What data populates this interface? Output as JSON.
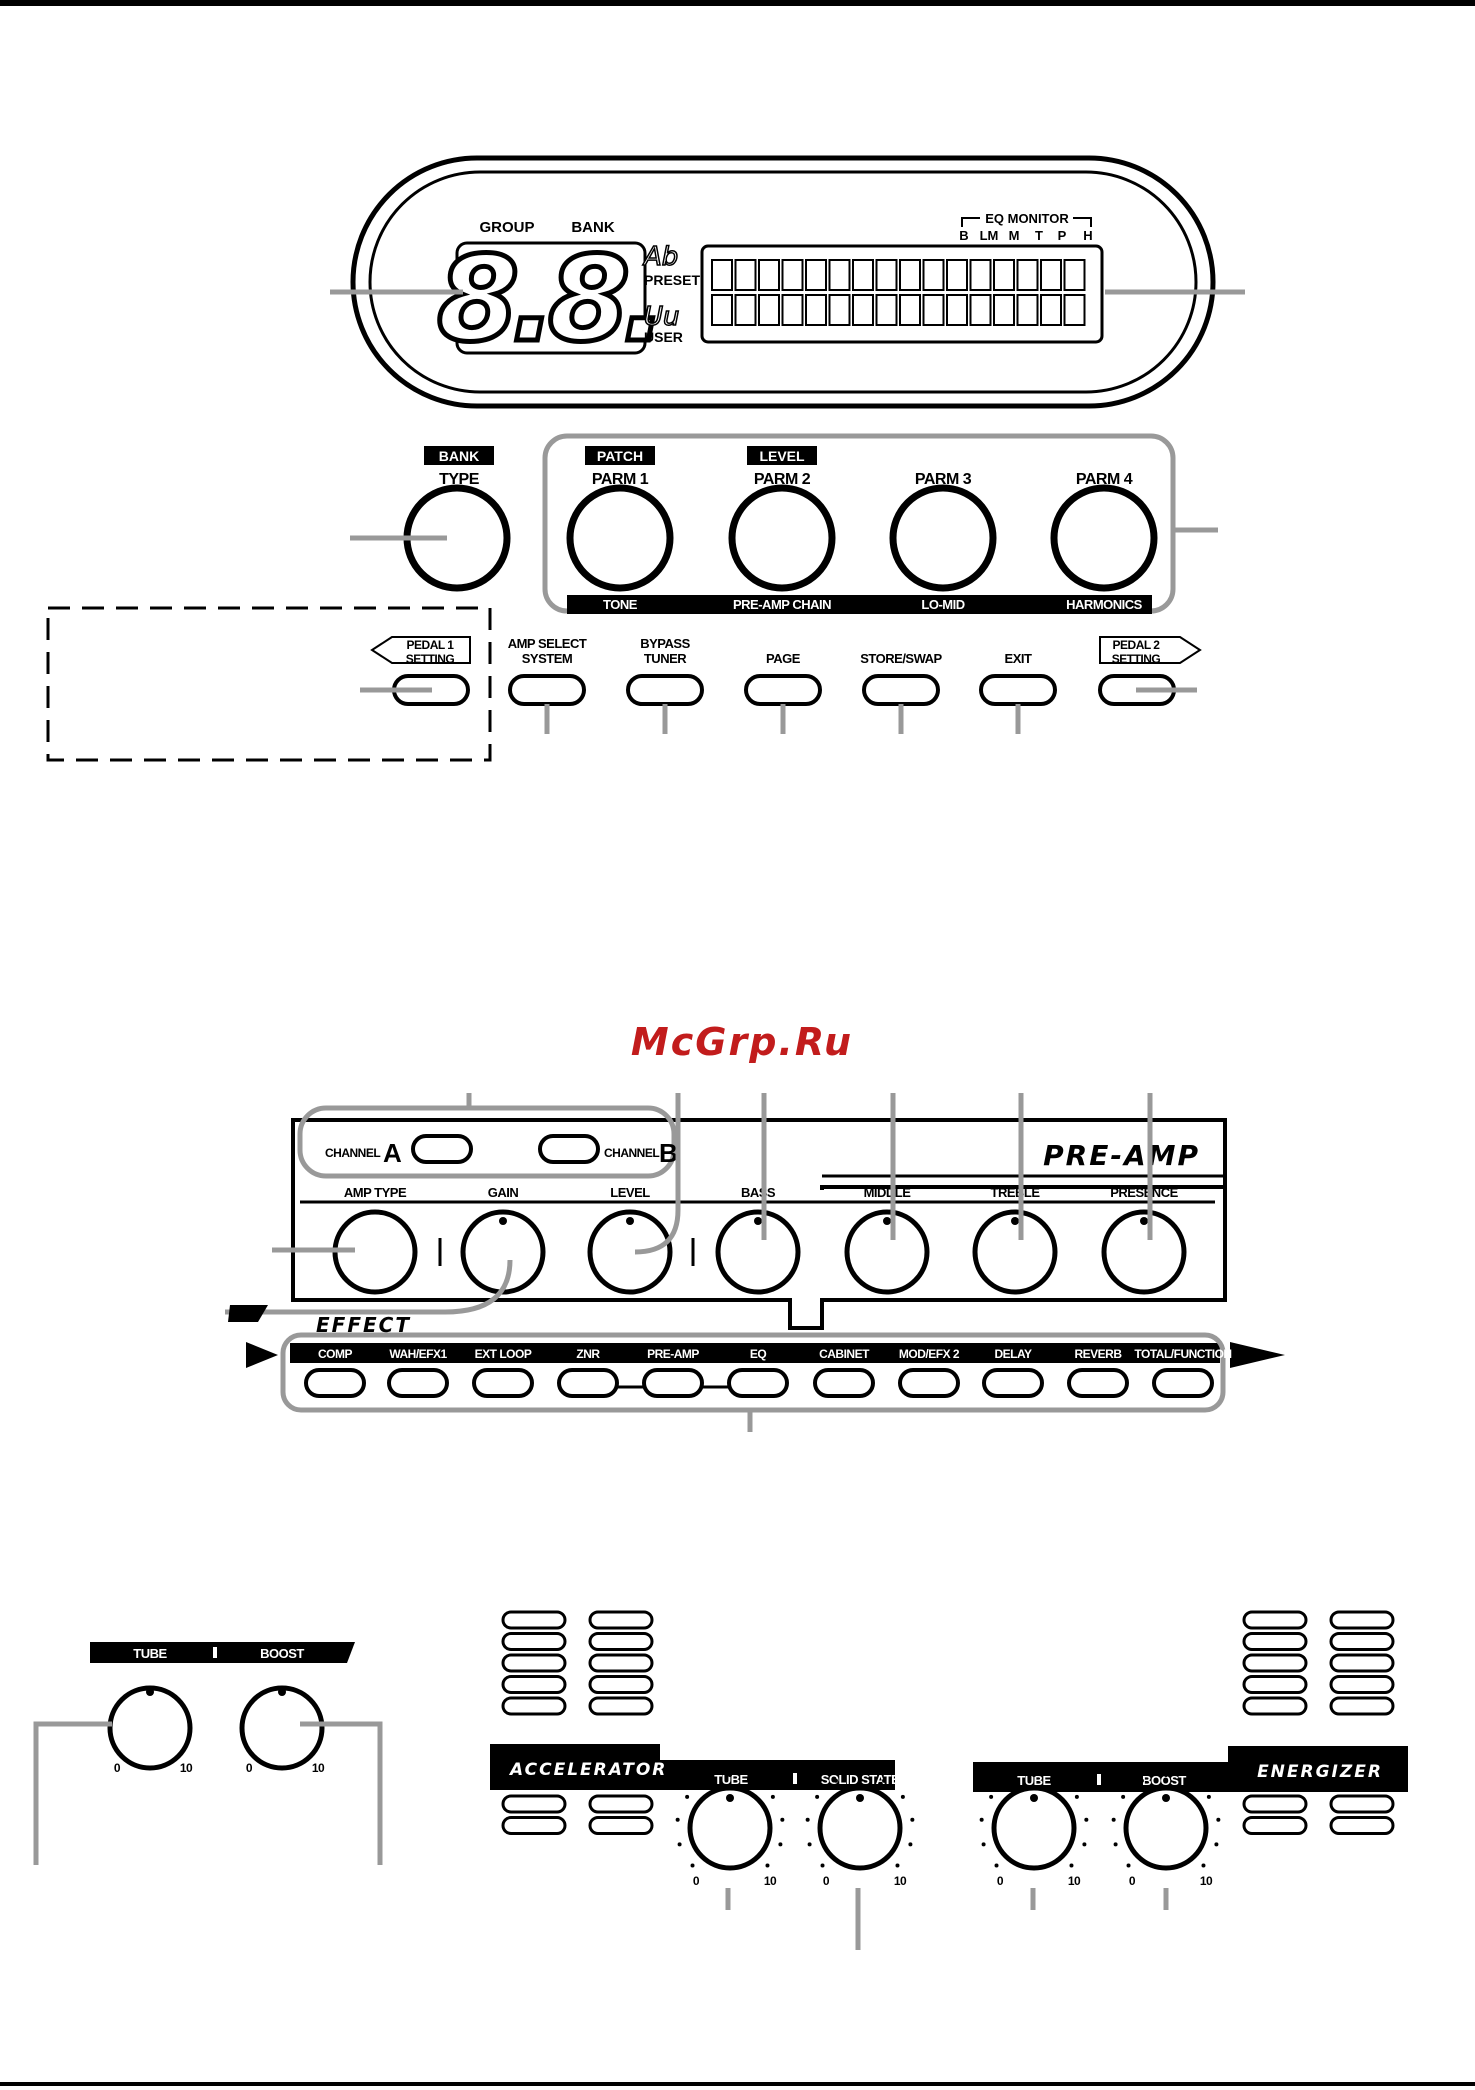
{
  "watermark": "McGrp.Ru",
  "display": {
    "group_label": "GROUP",
    "bank_label": "BANK",
    "digits": "8.8.",
    "preset_glyph": "Ab",
    "preset_label": "PRESET",
    "user_glyph": "Uu",
    "user_label": "USER",
    "eq_monitor_label": "EQ MONITOR",
    "eq_bands": [
      "B",
      "LM",
      "M",
      "T",
      "P",
      "H"
    ]
  },
  "top_panel": {
    "type_tag": "BANK",
    "type_label": "TYPE",
    "parms": [
      {
        "tag": "PATCH",
        "label": "PARM 1",
        "sub": "TONE"
      },
      {
        "tag": "LEVEL",
        "label": "PARM 2",
        "sub": "PRE-AMP CHAIN"
      },
      {
        "tag": "",
        "label": "PARM 3",
        "sub": "LO-MID"
      },
      {
        "tag": "",
        "label": "PARM 4",
        "sub": "HARMONICS"
      }
    ],
    "pedal1": [
      "PEDAL 1",
      "SETTING"
    ],
    "pedal2": [
      "PEDAL 2",
      "SETTING"
    ],
    "buttons": [
      {
        "l1": "AMP SELECT",
        "l2": "SYSTEM"
      },
      {
        "l1": "BYPASS",
        "l2": "TUNER"
      },
      {
        "l1": "PAGE",
        "l2": ""
      },
      {
        "l1": "STORE/SWAP",
        "l2": ""
      },
      {
        "l1": "EXIT",
        "l2": ""
      }
    ]
  },
  "preamp_panel": {
    "channel_a": "CHANNEL",
    "channel_a_letter": "A",
    "channel_b": "CHANNEL",
    "channel_b_letter": "B",
    "title": "PRE-AMP",
    "knobs": [
      "AMP TYPE",
      "GAIN",
      "LEVEL",
      "BASS",
      "MIDDLE",
      "TREBLE",
      "PRESENCE"
    ],
    "effect_label": "EFFECT",
    "effects": [
      "COMP",
      "WAH/EFX1",
      "EXT LOOP",
      "ZNR",
      "PRE-AMP",
      "EQ",
      "CABINET",
      "MOD/EFX 2",
      "DELAY",
      "REVERB",
      "TOTAL/FUNCTION"
    ]
  },
  "bottom": {
    "left": {
      "tube": "TUBE",
      "boost": "BOOST",
      "min": "0",
      "max": "10"
    },
    "accelerator": {
      "title": "ACCELERATOR",
      "tube": "TUBE",
      "solid": "SOLID STATE",
      "min": "0",
      "max": "10"
    },
    "energizer": {
      "title": "ENERGIZER",
      "tube": "TUBE",
      "boost": "BOOST",
      "min": "0",
      "max": "10"
    }
  }
}
